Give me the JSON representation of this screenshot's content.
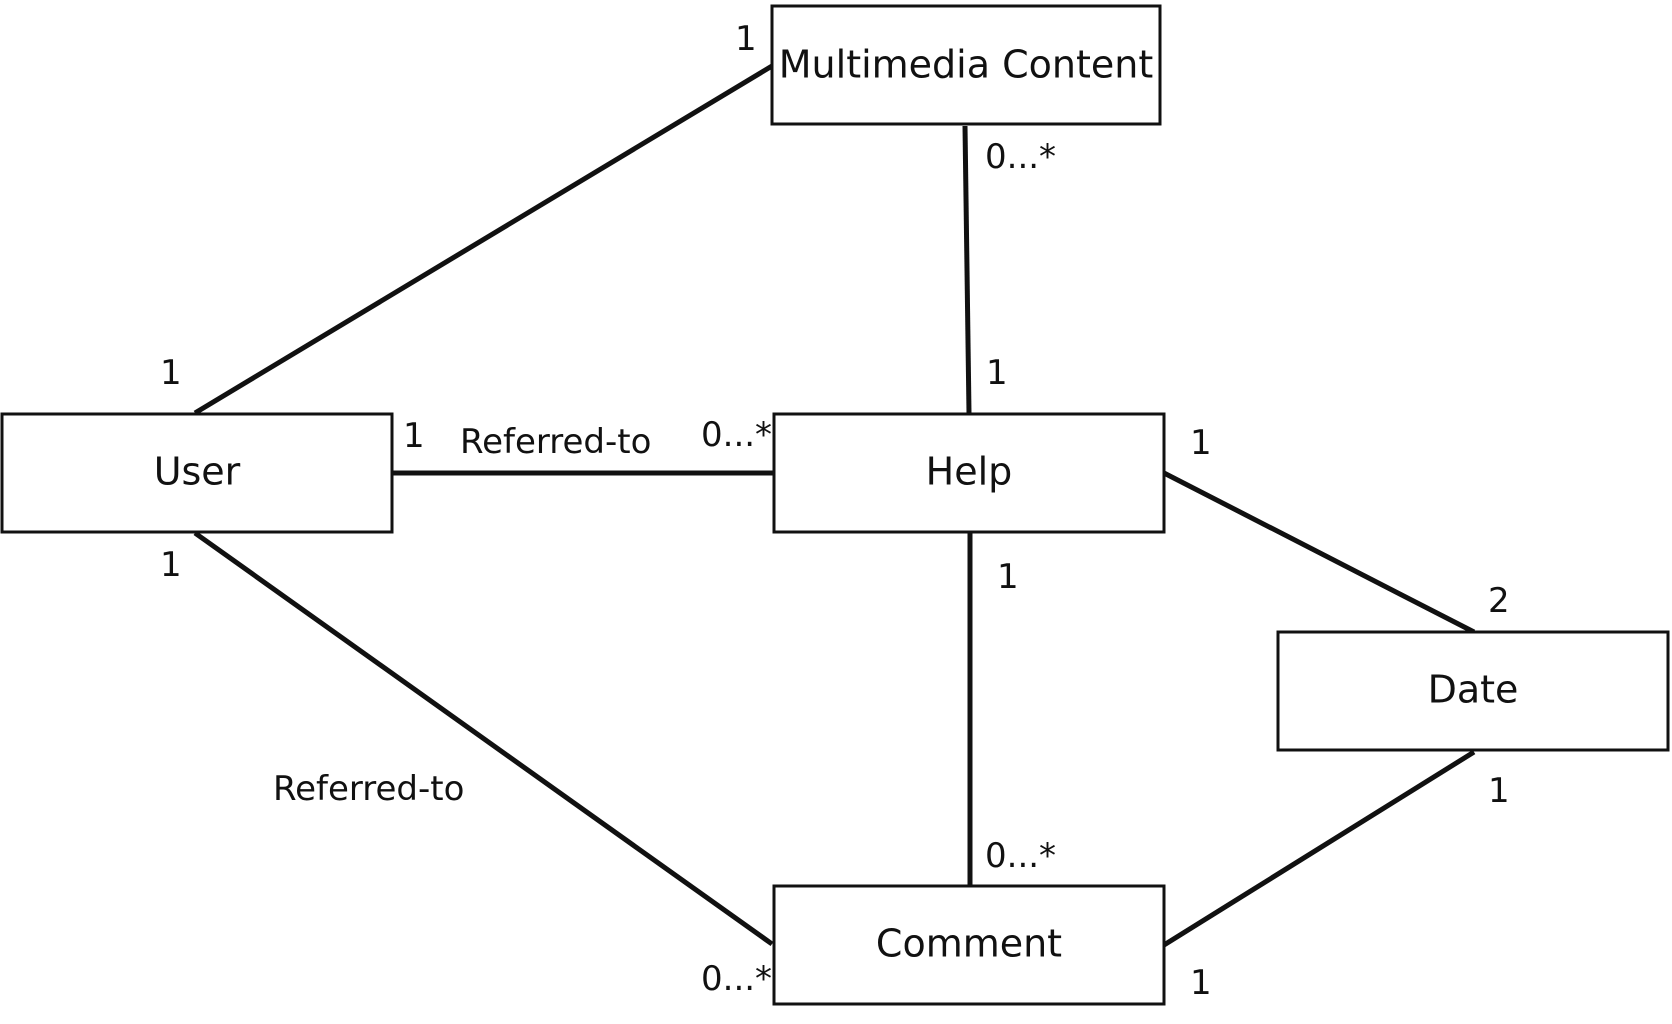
{
  "entities": {
    "multimedia": "Multimedia Content",
    "user": "User",
    "help": "Help",
    "date": "Date",
    "comment": "Comment"
  },
  "associations": {
    "user_multimedia": {
      "user_end": "1",
      "multimedia_end": "1"
    },
    "multimedia_help": {
      "multimedia_end": "0...*",
      "help_end": "1"
    },
    "user_help": {
      "label": "Referred-to",
      "user_end": "1",
      "help_end": "0...*"
    },
    "user_comment": {
      "label": "Referred-to",
      "user_end": "1",
      "comment_end": "0...*"
    },
    "help_comment": {
      "help_end": "1",
      "comment_end": "0...*"
    },
    "help_date": {
      "help_end": "1",
      "date_end": "2"
    },
    "date_comment": {
      "date_end": "1",
      "comment_end": "1"
    }
  },
  "colors": {
    "stroke": "#111111",
    "background": "#ffffff"
  }
}
